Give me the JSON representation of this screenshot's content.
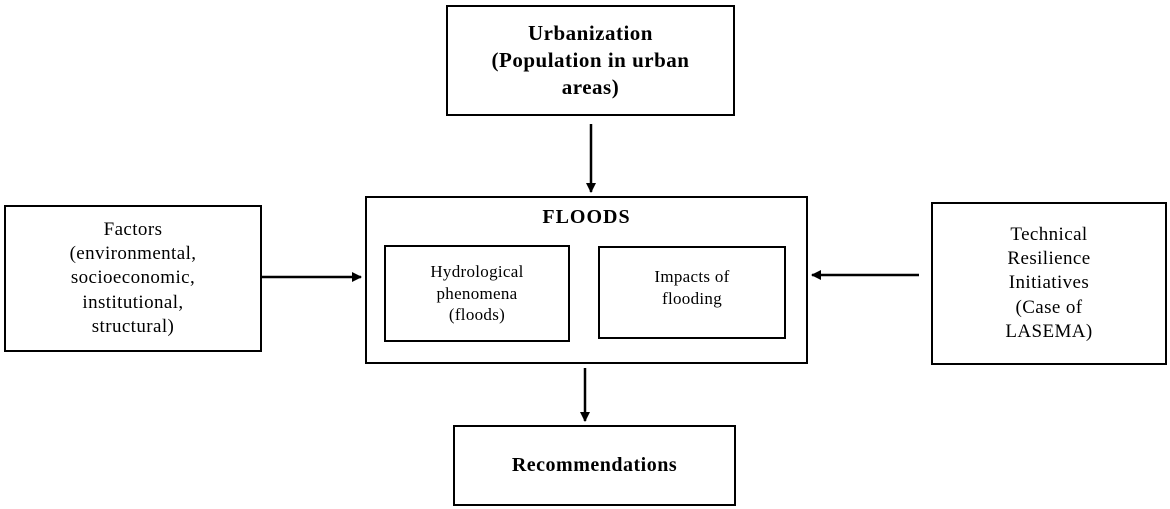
{
  "diagram": {
    "urbanization": {
      "lines": [
        "Urbanization",
        "(Population in urban",
        "areas)"
      ]
    },
    "factors": {
      "lines": [
        "Factors",
        "(environmental,",
        "socioeconomic,",
        "institutional,",
        "structural)"
      ]
    },
    "floods": {
      "title": "FLOODS",
      "hydrological": {
        "lines": [
          "Hydrological",
          "phenomena",
          "(floods)"
        ]
      },
      "impacts": {
        "lines": [
          "Impacts of",
          "flooding"
        ]
      }
    },
    "technical": {
      "lines": [
        "Technical",
        "Resilience",
        "Initiatives",
        "(Case of",
        "LASEMA)"
      ]
    },
    "recommendations": {
      "label": "Recommendations"
    }
  }
}
